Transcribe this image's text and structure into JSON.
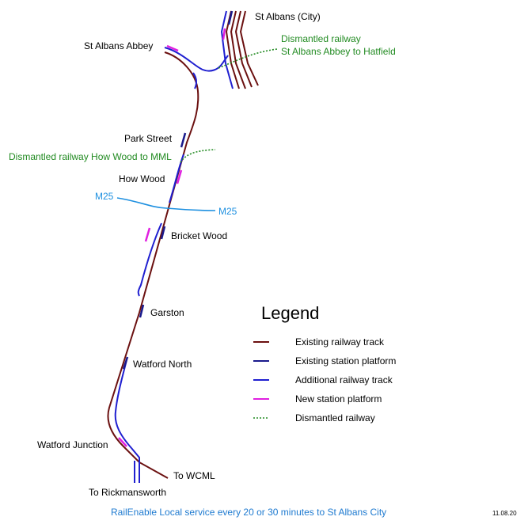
{
  "colors": {
    "existing_track": "#6b1010",
    "existing_platform": "#1a1a8c",
    "additional_track": "#1f1fd0",
    "new_platform": "#e020e0",
    "dismantled": "#228b22",
    "motorway": "#1e90e0",
    "label": "#000000"
  },
  "stations": {
    "st_albans_city": "St Albans (City)",
    "st_albans_abbey": "St Albans Abbey",
    "park_street": "Park Street",
    "how_wood": "How Wood",
    "bricket_wood": "Bricket Wood",
    "garston": "Garston",
    "watford_north": "Watford North",
    "watford_junction": "Watford Junction"
  },
  "destinations": {
    "wcml": "To WCML",
    "rickmansworth": "To Rickmansworth"
  },
  "annotations": {
    "dismantled_hatfield_line1": "Dismantled railway",
    "dismantled_hatfield_line2": "St Albans Abbey to Hatfield",
    "dismantled_howwood": "Dismantled railway How Wood to MML",
    "m25_west": "M25",
    "m25_east": "M25"
  },
  "legend": {
    "title": "Legend",
    "items": [
      {
        "label": "Existing railway track",
        "style": "existing_track"
      },
      {
        "label": "Existing station platform",
        "style": "existing_platform"
      },
      {
        "label": "Additional railway track",
        "style": "additional_track"
      },
      {
        "label": "New station platform",
        "style": "new_platform"
      },
      {
        "label": "Dismantled railway",
        "style": "dismantled"
      }
    ]
  },
  "footer": "RailEnable  Local service every 20 or 30 minutes to St Albans City",
  "date": "11.08.20"
}
